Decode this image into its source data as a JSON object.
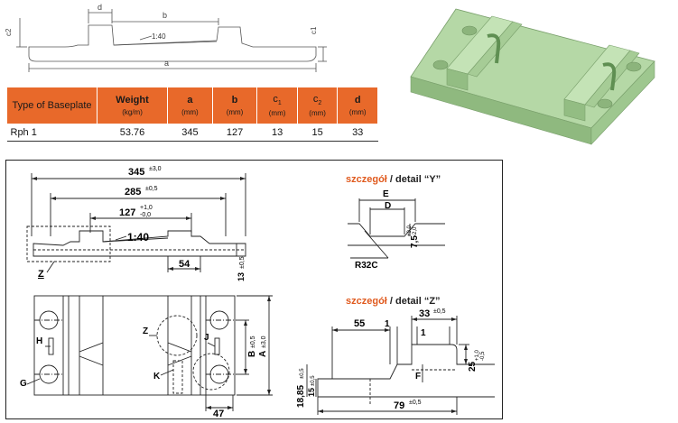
{
  "profile_labels": {
    "d": "d",
    "b": "b",
    "c2": "c2",
    "c1": "c1",
    "a": "a",
    "slope": "1:40"
  },
  "table": {
    "headers": [
      {
        "title": "Type of Baseplate",
        "unit": ""
      },
      {
        "title": "Weight",
        "unit": "(kg/m)"
      },
      {
        "title": "a",
        "unit": "(mm)"
      },
      {
        "title": "b",
        "unit": "(mm)"
      },
      {
        "title": "c",
        "sub": "1",
        "unit": "(mm)"
      },
      {
        "title": "c",
        "sub": "2",
        "unit": "(mm)"
      },
      {
        "title": "d",
        "unit": "(mm)"
      }
    ],
    "row": [
      "Rph 1",
      "53.76",
      "345",
      "127",
      "13",
      "15",
      "33"
    ]
  },
  "drawing": {
    "dim_345": "345",
    "tol_345": "±3,0",
    "dim_285": "285",
    "tol_285": "±0,5",
    "dim_127": "127",
    "tol_127_up": "+1,0",
    "tol_127_lo": "-0,0",
    "slope": "1:40",
    "dim_54": "54",
    "dim_13": "13",
    "tol_13": "±0,5",
    "label_Z": "Z",
    "label_H": "H",
    "label_J": "J",
    "label_G": "G",
    "label_K": "K",
    "label_Z2": "Z",
    "dim_B": "B",
    "tol_B": "±0,5",
    "dim_A": "A",
    "tol_A": "±3,0",
    "dim_47": "47"
  },
  "detail_y": {
    "title_pl": "szczegół",
    "title_en": " / detail “Y”",
    "label_E": "E",
    "label_D": "D",
    "dim_75": "7,5",
    "tol_75_up": "+0,0",
    "tol_75_lo": "-2,0",
    "label_R": "R32C"
  },
  "detail_z": {
    "title_pl": "szczegół",
    "title_en": " / detail “Z”",
    "dim_55": "55",
    "dim_1a": "1",
    "dim_1b": "1",
    "dim_33": "33",
    "tol_33": "±0,5",
    "dim_25": "25",
    "tol_25_up": "+1,0",
    "tol_25_lo": "-0,5",
    "dim_1885": "18,85",
    "tol_1885": "±0,5",
    "dim_15": "15",
    "tol_15": "±0,5",
    "label_F": "F",
    "dim_79": "79",
    "tol_79": "±0,5"
  },
  "colors": {
    "header_orange": "#e8692a",
    "accent_orange": "#e05a1e",
    "model_green": "#a9cf9a"
  }
}
